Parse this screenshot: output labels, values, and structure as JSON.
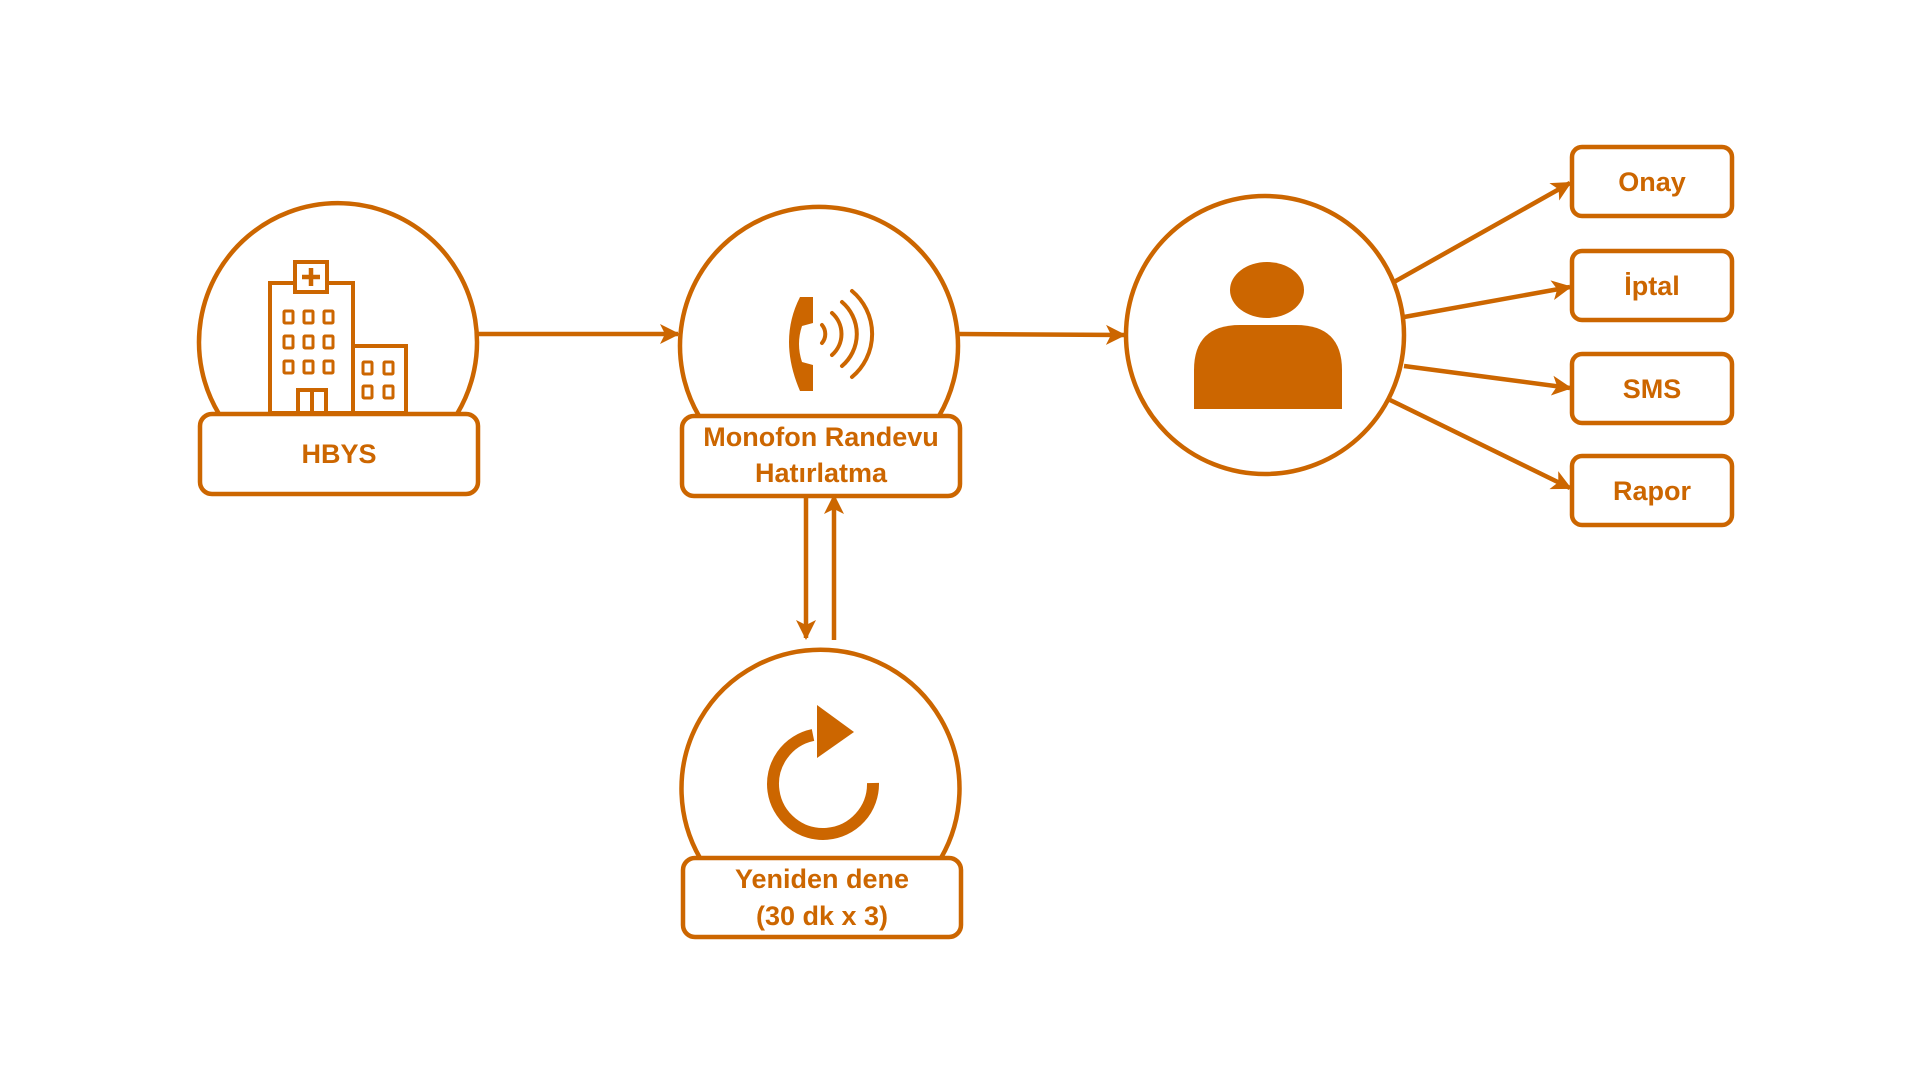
{
  "colors": {
    "accent": "#cc6600",
    "background": "#ffffff"
  },
  "nodes": {
    "hbys": {
      "icon": "hospital-icon",
      "label": "HBYS"
    },
    "monofon": {
      "icon": "phone-ringing-icon",
      "label_line1": "Monofon Randevu",
      "label_line2": "Hatırlatma"
    },
    "retry": {
      "icon": "refresh-icon",
      "label_line1": "Yeniden dene",
      "label_line2": "(30 dk x 3)"
    },
    "patient": {
      "icon": "person-icon"
    }
  },
  "outcomes": [
    {
      "label": "Onay"
    },
    {
      "label": "İptal"
    },
    {
      "label": "SMS"
    },
    {
      "label": "Rapor"
    }
  ]
}
